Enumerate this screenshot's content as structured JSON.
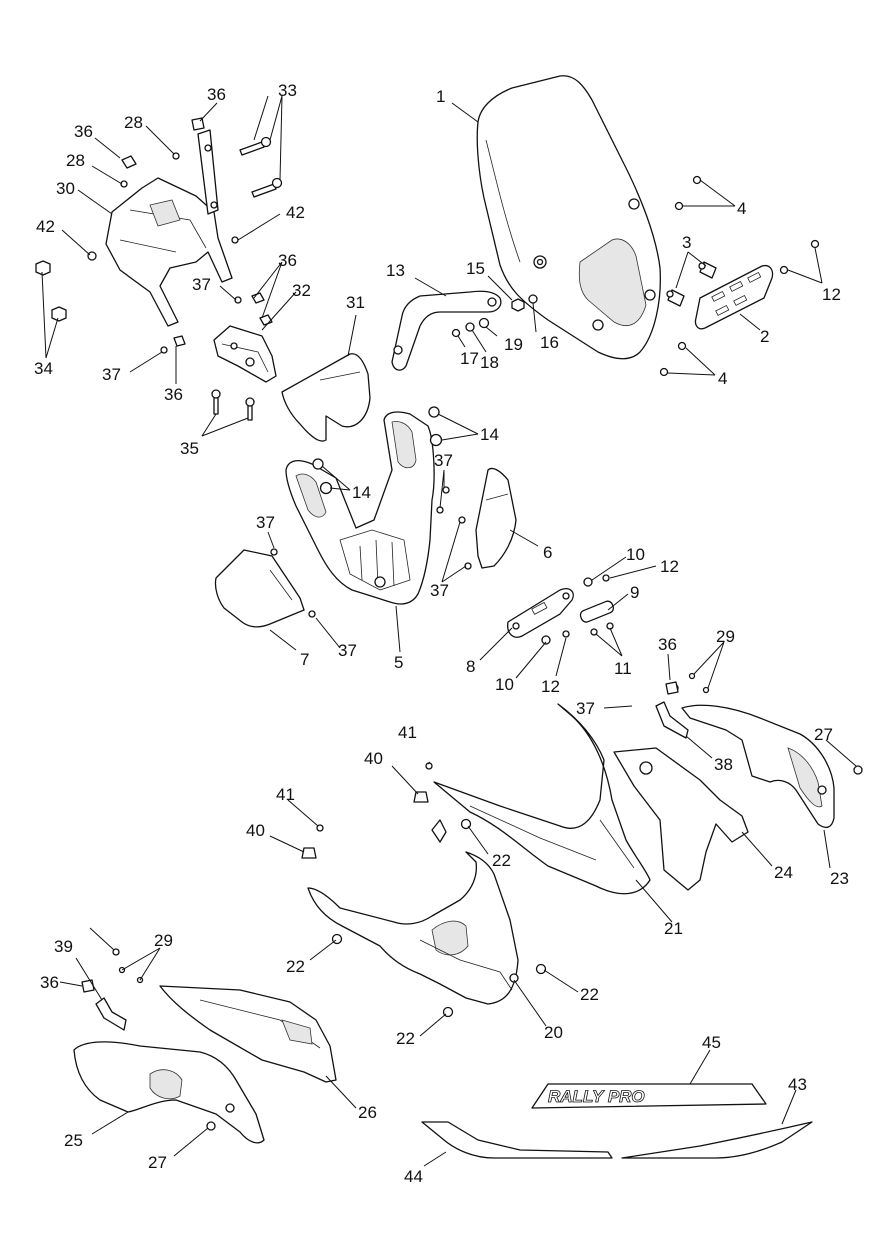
{
  "callouts": [
    {
      "id": "c1",
      "label": "1"
    },
    {
      "id": "c2",
      "label": "2"
    },
    {
      "id": "c3",
      "label": "3"
    },
    {
      "id": "c4a",
      "label": "4"
    },
    {
      "id": "c4b",
      "label": "4"
    },
    {
      "id": "c5",
      "label": "5"
    },
    {
      "id": "c6",
      "label": "6"
    },
    {
      "id": "c7",
      "label": "7"
    },
    {
      "id": "c8",
      "label": "8"
    },
    {
      "id": "c9",
      "label": "9"
    },
    {
      "id": "c10a",
      "label": "10"
    },
    {
      "id": "c10b",
      "label": "10"
    },
    {
      "id": "c11",
      "label": "11"
    },
    {
      "id": "c12a",
      "label": "12"
    },
    {
      "id": "c12b",
      "label": "12"
    },
    {
      "id": "c12c",
      "label": "12"
    },
    {
      "id": "c13",
      "label": "13"
    },
    {
      "id": "c14a",
      "label": "14"
    },
    {
      "id": "c14b",
      "label": "14"
    },
    {
      "id": "c15",
      "label": "15"
    },
    {
      "id": "c16",
      "label": "16"
    },
    {
      "id": "c17",
      "label": "17"
    },
    {
      "id": "c18",
      "label": "18"
    },
    {
      "id": "c19",
      "label": "19"
    },
    {
      "id": "c20",
      "label": "20"
    },
    {
      "id": "c21",
      "label": "21"
    },
    {
      "id": "c22a",
      "label": "22"
    },
    {
      "id": "c22b",
      "label": "22"
    },
    {
      "id": "c22c",
      "label": "22"
    },
    {
      "id": "c22d",
      "label": "22"
    },
    {
      "id": "c23",
      "label": "23"
    },
    {
      "id": "c24",
      "label": "24"
    },
    {
      "id": "c25",
      "label": "25"
    },
    {
      "id": "c26",
      "label": "26"
    },
    {
      "id": "c27a",
      "label": "27"
    },
    {
      "id": "c27b",
      "label": "27"
    },
    {
      "id": "c28a",
      "label": "28"
    },
    {
      "id": "c28b",
      "label": "28"
    },
    {
      "id": "c29a",
      "label": "29"
    },
    {
      "id": "c29b",
      "label": "29"
    },
    {
      "id": "c30",
      "label": "30"
    },
    {
      "id": "c31",
      "label": "31"
    },
    {
      "id": "c32",
      "label": "32"
    },
    {
      "id": "c33",
      "label": "33"
    },
    {
      "id": "c34",
      "label": "34"
    },
    {
      "id": "c35",
      "label": "35"
    },
    {
      "id": "c36a",
      "label": "36"
    },
    {
      "id": "c36b",
      "label": "36"
    },
    {
      "id": "c36c",
      "label": "36"
    },
    {
      "id": "c36d",
      "label": "36"
    },
    {
      "id": "c36e",
      "label": "36"
    },
    {
      "id": "c36f",
      "label": "36"
    },
    {
      "id": "c37a",
      "label": "37"
    },
    {
      "id": "c37b",
      "label": "37"
    },
    {
      "id": "c37c",
      "label": "37"
    },
    {
      "id": "c37d",
      "label": "37"
    },
    {
      "id": "c37e",
      "label": "37"
    },
    {
      "id": "c37f",
      "label": "37"
    },
    {
      "id": "c37g",
      "label": "37"
    },
    {
      "id": "c38",
      "label": "38"
    },
    {
      "id": "c39",
      "label": "39"
    },
    {
      "id": "c40a",
      "label": "40"
    },
    {
      "id": "c40b",
      "label": "40"
    },
    {
      "id": "c41a",
      "label": "41"
    },
    {
      "id": "c41b",
      "label": "41"
    },
    {
      "id": "c42a",
      "label": "42"
    },
    {
      "id": "c42b",
      "label": "42"
    },
    {
      "id": "c43",
      "label": "43"
    },
    {
      "id": "c44",
      "label": "44"
    },
    {
      "id": "c45",
      "label": "45"
    }
  ],
  "decal_logo": "RALLY PRO"
}
